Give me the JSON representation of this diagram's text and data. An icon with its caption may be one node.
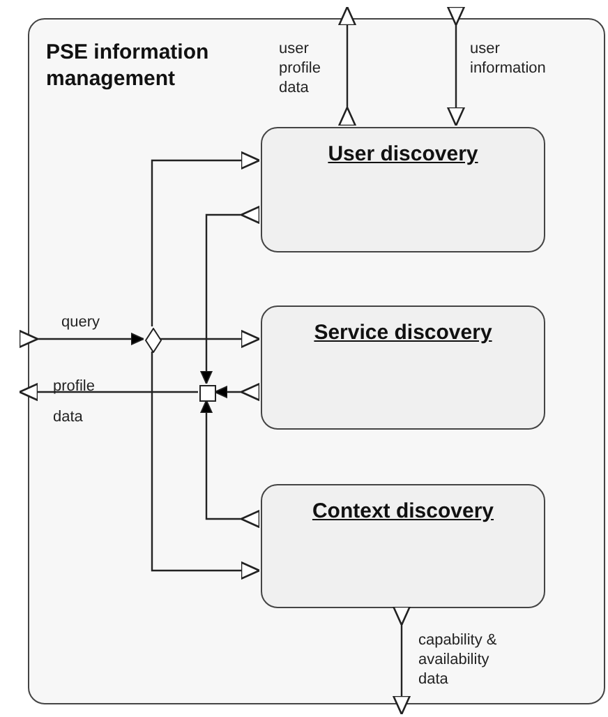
{
  "diagram": {
    "nodes": [
      {
        "text": [
          "PSE information management"
        ]
      },
      {
        "text": [
          "User discovery"
        ],
        "in": 0
      },
      {
        "text": [
          "Service discovery"
        ],
        "in": 0
      },
      {
        "text": [
          "Context discovery"
        ],
        "in": 0
      },
      {
        "text": [],
        "shape": "diamond",
        "in": 0
      },
      {
        "text": [],
        "shape": "box",
        "in": 0
      }
    ],
    "edges": [
      {
        "from": 1,
        "to": null,
        "arrow": "to",
        "label": "user profile data"
      },
      {
        "from": null,
        "to": 1,
        "arrow": "to",
        "label": "user information"
      },
      {
        "from": null,
        "to": 4,
        "arrow": "to",
        "label": "query"
      },
      {
        "from": 4,
        "to": 1,
        "arrow": "to"
      },
      {
        "from": 4,
        "to": 2,
        "arrow": "to"
      },
      {
        "from": 4,
        "to": 3,
        "arrow": "to"
      },
      {
        "from": 1,
        "to": 5,
        "arrow": "to"
      },
      {
        "from": 2,
        "to": 5,
        "arrow": "to"
      },
      {
        "from": 3,
        "to": 5,
        "arrow": "to"
      },
      {
        "from": 5,
        "to": null,
        "arrow": "to",
        "label": "profile data"
      },
      {
        "from": 3,
        "to": null,
        "arrow": "to",
        "label": "capability & availability data"
      }
    ]
  }
}
